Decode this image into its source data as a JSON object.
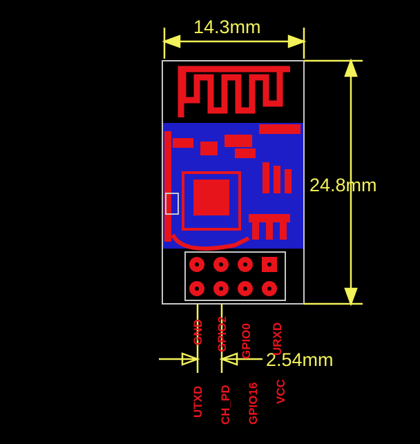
{
  "dimensions": {
    "width": "14.3mm",
    "height": "24.8mm",
    "pitch": "2.54mm"
  },
  "pins_top_row": [
    "GND",
    "GPIO2",
    "GPIO0",
    "URXD"
  ],
  "pins_bottom_row": [
    "UTXD",
    "CH_PD",
    "GPIO16",
    "VCC"
  ],
  "colors": {
    "background": "#000000",
    "copper_top": "#e8141c",
    "copper_bottom": "#2222d0",
    "dimension": "#f2f25a",
    "outline": "#c8c8c8"
  }
}
